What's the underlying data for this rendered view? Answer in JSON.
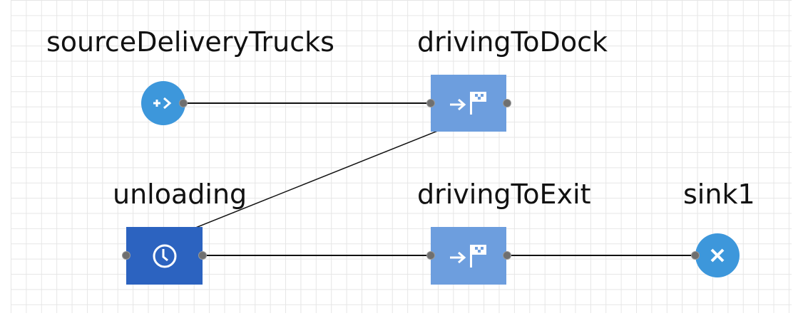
{
  "blocks": {
    "source": {
      "name": "sourceDeliveryTrucks",
      "icon": "source-icon"
    },
    "drivingToDock": {
      "name": "drivingToDock",
      "icon": "move-to-flag-icon"
    },
    "unloading": {
      "name": "unloading",
      "icon": "clock-icon"
    },
    "drivingToExit": {
      "name": "drivingToExit",
      "icon": "move-to-flag-icon"
    },
    "sink": {
      "name": "sink1",
      "icon": "sink-x-icon"
    }
  },
  "colors": {
    "source": "#3d97db",
    "move": "#6d9ede",
    "delay": "#2c63c0",
    "port": "#6f6f6f"
  }
}
